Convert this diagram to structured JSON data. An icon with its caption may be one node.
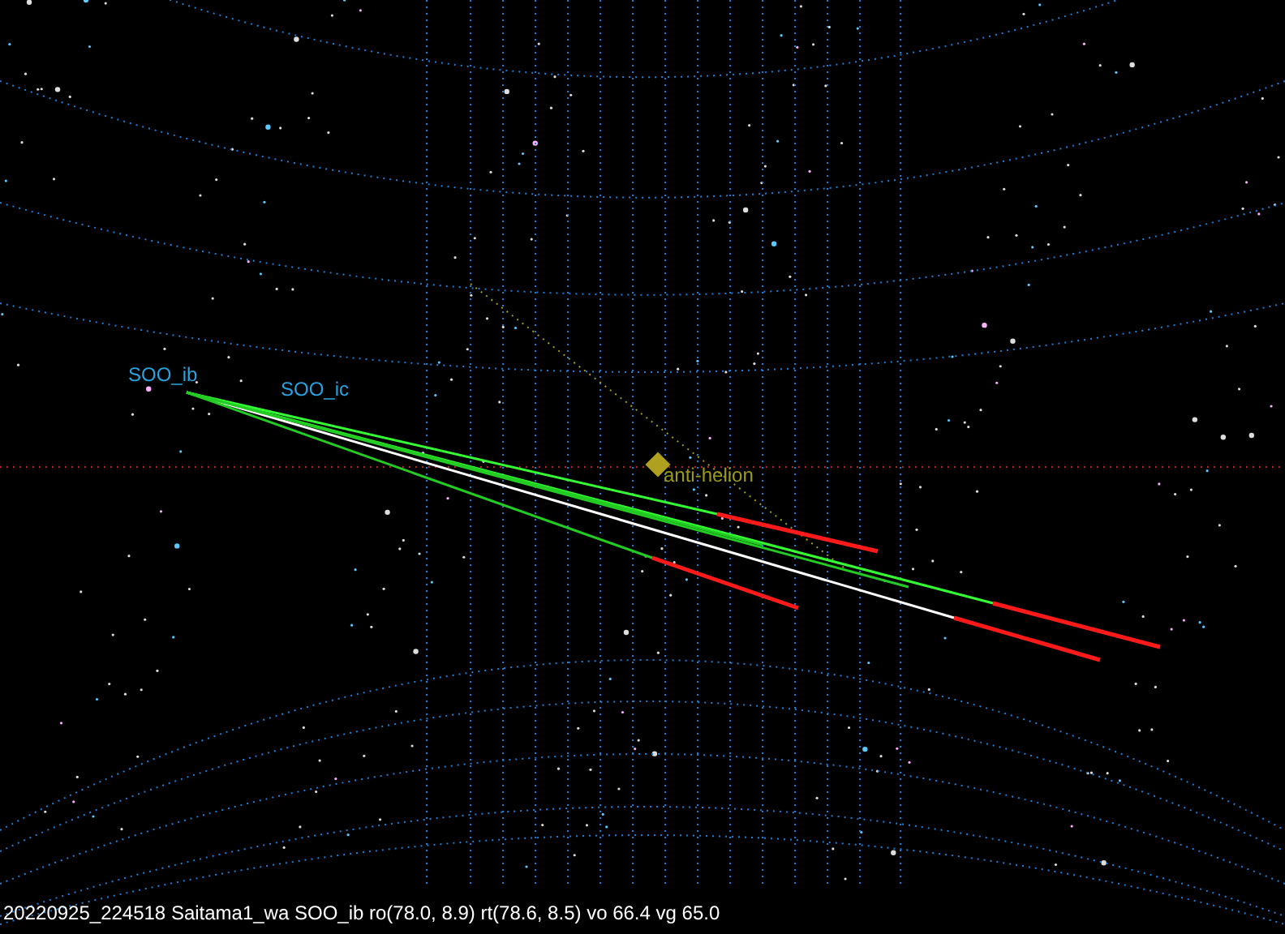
{
  "diagram": {
    "caption": "20220925_224518 Saitama1_wa SOO_ib ro(78.0, 8.9) rt(78.6, 8.5) vo 66.4 vg 65.0",
    "labels": [
      "SOO_ib",
      "SOO_ic",
      "anti-helion"
    ]
  }
}
